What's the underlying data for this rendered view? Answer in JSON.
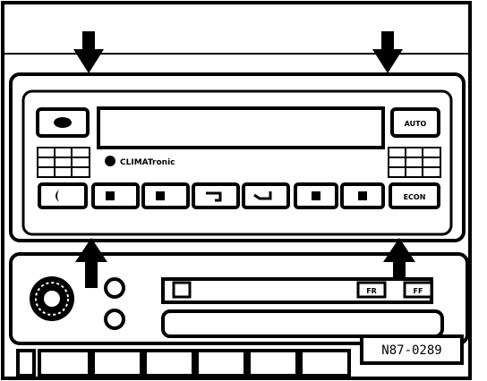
{
  "figure_id": "N87-0289",
  "unit": {
    "brand_label": "CLIMATronic",
    "left_top_button_label": "",
    "right_top_button_label": "AUTO",
    "bottom_buttons": [
      "",
      "",
      "",
      "",
      "",
      "",
      "",
      "ECON"
    ],
    "display_text": ""
  },
  "radio": {
    "left_button_label": "",
    "right_button_labels": [
      "FR",
      "FF"
    ]
  },
  "arrows": [
    "push-down",
    "push-down",
    "pull-up",
    "pull-up"
  ]
}
